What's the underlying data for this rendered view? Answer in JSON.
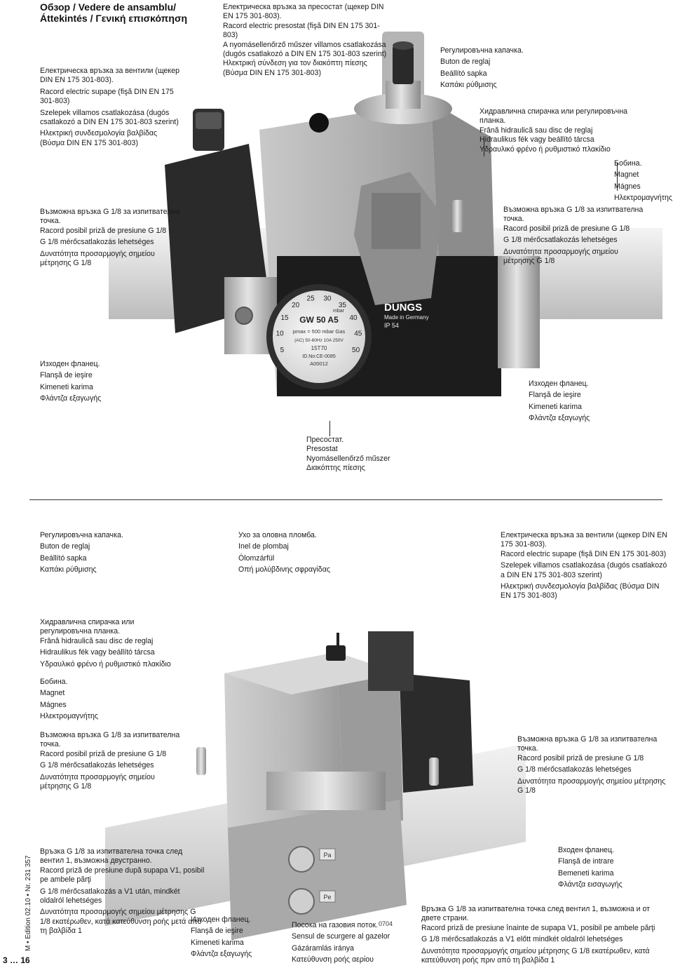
{
  "title": {
    "line1": "Обзор / Vedere de ansamblu/",
    "line2": "Áttekintés / Γενική επισκόπηση"
  },
  "top": {
    "valve_connection": [
      "Електрическа връзка за вентили (щекер DIN EN 175 301-803).",
      "Racord electric supape (fişă DIN EN 175 301-803)",
      "Szelepek villamos csatlakozása (dugós csatlakozó a DIN EN 175 301-803 szerint)",
      "Ηλεκτρική συνδεσμολογία βαλβίδας (Βύσμα DIN EN 175 301-803)"
    ],
    "presostat_connection": [
      "Електрическа връзка за пресостат (щекер DIN EN 175 301-803).",
      "Racord electric presostat (fişă DIN EN 175 301-803)",
      "A nyomásellenőrző műszer villamos csatlakozása (dugós csatlakozó a DIN EN 175 301-803 szerint)",
      "Ηλεκτρική σύνδεση για τον διακόπτη πίεσης (Βύσμα DIN EN 175 301-803)"
    ],
    "adjust_cap": [
      "Регулировъчна капачка.",
      "Buton de reglaj",
      "Beállító sapka",
      "Καπάκι ρύθμισης"
    ],
    "hydraulic_brake": [
      "Хидравлична спирачка или регулировъчна планка.",
      "Frână hidraulică sau disc de reglaj",
      "Hidraulikus fék vagy beállító tárcsa",
      "Υδραυλικό φρένο ή ρυθμιστικό πλακίδιο"
    ],
    "coil": [
      "Бобина.",
      "Magnet",
      "Mágnes",
      "Ηλεκτρομαγνήτης"
    ],
    "test_point_left": [
      "Възможна връзка G 1/8 за изпитвателна точка.",
      "Racord posibil priză de presiune G 1/8",
      "G 1/8 mérőcsatlakozás lehetséges",
      "Δυνατότητα προσαρμογής σημείου μέτρησης G 1/8"
    ],
    "test_point_right": [
      "Възможна връзка G 1/8 за изпитвателна точка.",
      "Racord posibil priză de presiune G 1/8",
      "G 1/8 mérőcsatlakozás lehetséges",
      "Δυνατότητα προσαρμογής σημείου μέτρησης G 1/8"
    ],
    "outlet_flange_left": [
      "Изходен фланец.",
      "Flanşă de ieşire",
      "Kimeneti karima",
      "Φλάντζα εξαγωγής"
    ],
    "outlet_flange_right": [
      "Изходен фланец.",
      "Flanşă de ieşire",
      "Kimeneti karima",
      "Φλάντζα εξαγωγής"
    ],
    "presostat": [
      "Пресостат.",
      "Presostat",
      "Nyomásellenőrző műszer",
      "Διακόπτης πίεσης"
    ],
    "brand": {
      "name": "DUNGS",
      "made_in": "Made in Germany",
      "ip": "IP 54"
    },
    "gauge": {
      "model": "GW 50 A5",
      "pmax": "pmax = 500 mbar Gas",
      "rating": "(AC) 50-60Hz 10A 250V",
      "code": "15T70",
      "ident": "ID.No:CE-0085",
      "serial": "A00012",
      "unit": "mbar",
      "scale": [
        "5",
        "10",
        "15",
        "20",
        "25",
        "30",
        "35",
        "40",
        "45",
        "50"
      ]
    }
  },
  "bottom": {
    "adjust_cap": [
      "Регулировъчна капачка.",
      "Buton de reglaj",
      "Beállító sapka",
      "Καπάκι ρύθμισης"
    ],
    "lead_seal": [
      "Ухо за оловна пломба.",
      "Inel de plombaj",
      "Ólomzárfül",
      "Οπή μολύβδινης σφραγίδας"
    ],
    "valve_connection": [
      "Електрическа връзка за вентили (щекер DIN EN 175 301-803).",
      "Racord electric supape (fişă DIN EN 175 301-803)",
      "Szelepek villamos csatlakozása (dugós csatlakozó a DIN EN 175 301-803 szerint)",
      "Ηλεκτρική συνδεσμολογία βαλβίδας (Βύσμα DIN EN 175 301-803)"
    ],
    "hydraulic_brake": [
      "Хидравлична спирачка или регулировъчна планка.",
      "Frână hidraulică sau disc de reglaj",
      "Hidraulikus fék vagy beállító tárcsa",
      "Υδραυλικό φρένο ή ρυθμιστικό πλακίδιο"
    ],
    "coil": [
      "Бобина.",
      "Magnet",
      "Mágnes",
      "Ηλεκτρομαγνήτης"
    ],
    "test_point_left": [
      "Възможна връзка G 1/8 за изпитвателна точка.",
      "Racord posibil priză de presiune G 1/8",
      "G 1/8 mérőcsatlakozás lehetséges",
      "Δυνατότητα προσαρμογής σημείου μέτρησης G 1/8"
    ],
    "test_point_right": [
      "Възможна връзка G 1/8 за изпитвателна точка.",
      "Racord posibil priză de presiune G 1/8",
      "G 1/8 mérőcsatlakozás lehetséges",
      "Δυνατότητα προσαρμογής σημείου μέτρησης G 1/8"
    ],
    "test_point_after_v1": [
      "Връзка G 1/8 за изпитвателна точка след вентил 1, възможна двустранно.",
      "Racord priză de presiune după supapa V1, posibil pe ambele părţi",
      "G 1/8 mérőcsatlakozás a V1 után, mindkét oldalról lehetséges",
      "Δυνατότητα προσαρμογής σημείου μέτρησης G 1/8 εκατέρωθεν, κατά κατεύθυνση ροής μετά από τη βαλβίδα 1"
    ],
    "outlet_flange": [
      "Изходен фланец.",
      "Flanşă de ieşire",
      "Kimeneti karima",
      "Φλάντζα εξαγωγής"
    ],
    "gas_flow": [
      "Посока на газовия поток.",
      "Sensul de scurgere al gazelor",
      "Gázáramlás iránya",
      "Κατεύθυνση ροής αερίου"
    ],
    "inlet_flange": [
      "Входен фланец.",
      "Flanşă de intrare",
      "Bemeneti karima",
      "Φλάντζα εισαγωγής"
    ],
    "test_point_before_v1": [
      "Връзка G 1/8 за изпитвателна точка след вентил 1, възможна и от двете страни.",
      "Racord priză de presiune înainte de supapa V1, posibil pe ambele părţi",
      "G 1/8 mérőcsatlakozás a V1 előtt mindkét oldalról lehetséges",
      "Δυνατότητα προσαρμογής σημείου μέτρησης G 1/8 εκατέρωθεν, κατά κατεύθυνση ροής πριν από τη βαλβίδα 1"
    ],
    "port_labels": [
      "Pa",
      "Pe"
    ],
    "part_no": "0704"
  },
  "footer": {
    "edition": "M • Edition 02.10 • Nr. 231 357",
    "page": "3 … 16"
  }
}
